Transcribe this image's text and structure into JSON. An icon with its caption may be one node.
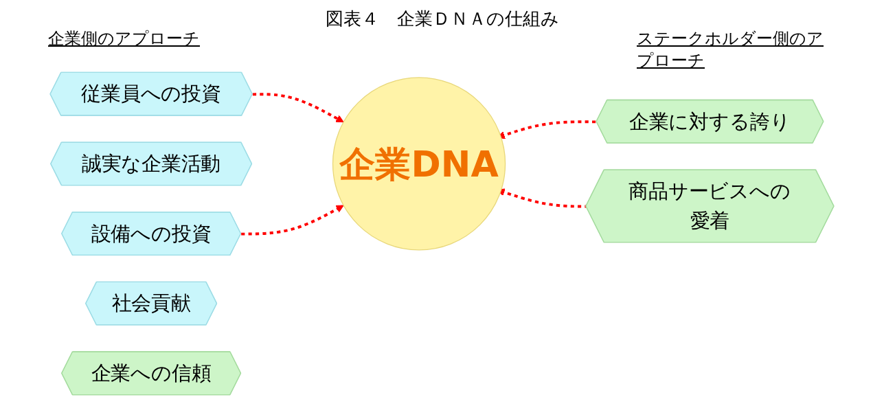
{
  "diagram": {
    "title": "図表４　企業ＤＮＡの仕組み",
    "nodes": [
      {
        "text": [
          "従業員への投資"
        ]
      },
      {
        "text": [
          "誠実な企業活動"
        ]
      },
      {
        "text": [
          "設備への投資"
        ]
      },
      {
        "text": [
          "社会貢献"
        ]
      },
      {
        "text": [
          "企業DNA"
        ]
      },
      {
        "text": [
          "企業に対する誇り"
        ]
      },
      {
        "text": [
          "企業への信頼"
        ]
      },
      {
        "text": [
          "商品サービスへの愛着"
        ]
      }
    ],
    "edges": [
      {
        "from": 0,
        "to": 4,
        "arrow": "to",
        "style": "dashed",
        "color": "#ff0000"
      },
      {
        "from": 2,
        "to": 4,
        "arrow": "to",
        "style": "dashed",
        "color": "#ff0000"
      },
      {
        "from": 5,
        "to": 4,
        "arrow": "to",
        "style": "dashed",
        "color": "#ff0000"
      },
      {
        "from": 7,
        "to": 4,
        "arrow": "to",
        "style": "dashed",
        "color": "#ff0000"
      }
    ],
    "labels": [
      "企業側のアプローチ",
      "ステークホルダー側のアプローチ"
    ]
  }
}
